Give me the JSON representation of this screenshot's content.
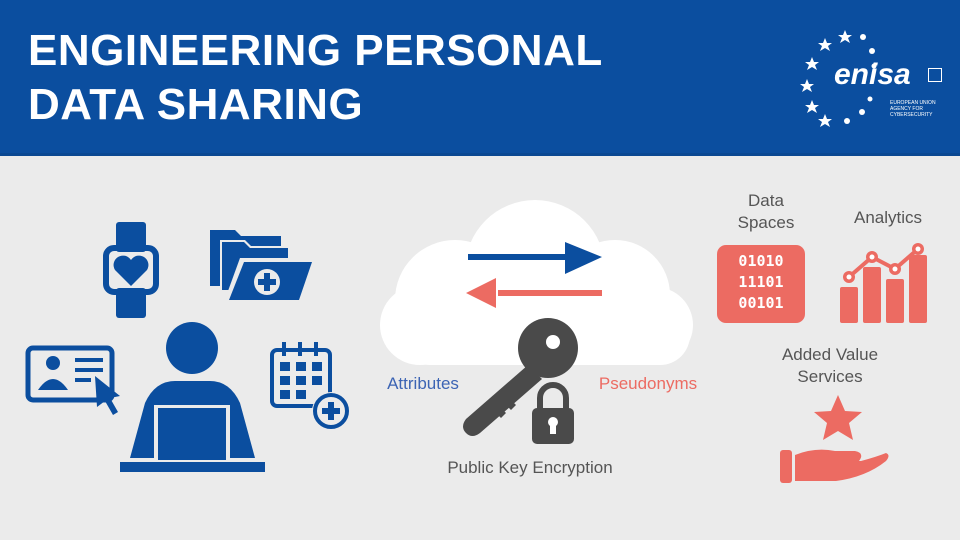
{
  "header": {
    "title_line1": "ENGINEERING PERSONAL",
    "title_line2": "DATA SHARING",
    "background_color": "#0b4e9f"
  },
  "logo": {
    "name": "enisa",
    "subtitle": "EUROPEAN UNION AGENCY FOR CYBERSECURITY"
  },
  "left_group": {
    "icons": [
      "smartwatch-heart-icon",
      "medical-folders-icon",
      "id-card-click-icon",
      "person-laptop-icon",
      "calendar-add-icon"
    ],
    "color": "#0b4e9f"
  },
  "center_group": {
    "label_attributes": "Attributes",
    "label_pseudonyms": "Pseudonyms",
    "label_encryption": "Public Key Encryption",
    "arrow_right_color": "#0b4e9f",
    "arrow_left_color": "#ec6b62",
    "key_color": "#4a4a4a"
  },
  "right_group": {
    "data_spaces": {
      "label_line1": "Data",
      "label_line2": "Spaces",
      "binary": [
        "01010",
        "11101",
        "00101"
      ]
    },
    "analytics": {
      "label": "Analytics"
    },
    "added_value": {
      "label_line1": "Added Value",
      "label_line2": "Services"
    },
    "color": "#ec6b62"
  }
}
